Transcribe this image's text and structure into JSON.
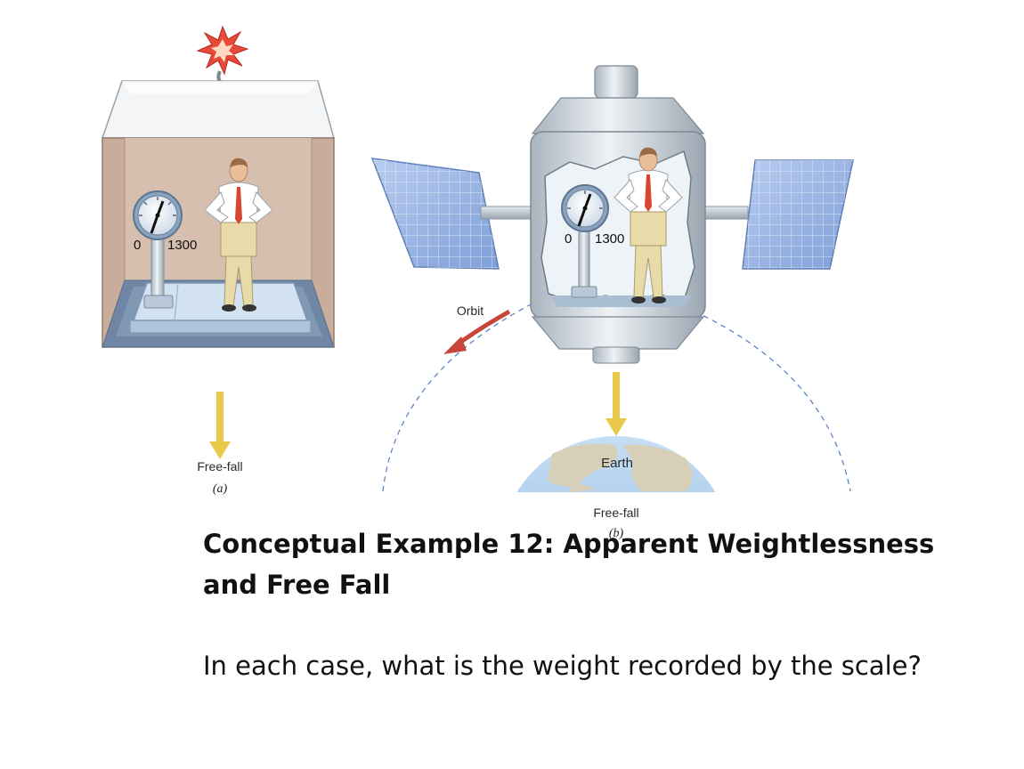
{
  "panel_a": {
    "scale_min": "0",
    "scale_max": "1300",
    "arrow_label": "Free-fall",
    "panel_label": "(a)"
  },
  "panel_b": {
    "scale_min": "0",
    "scale_max": "1300",
    "orbit_label": "Orbit",
    "earth_label": "Earth",
    "arrow_label": "Free-fall",
    "panel_label": "(b)"
  },
  "slide": {
    "title": "Conceptual Example 12: Apparent Weightlessness and Free Fall",
    "question": "In each case, what is the weight recorded by the scale?"
  },
  "colors": {
    "free_fall_arrow": "#e8c94a",
    "orbit_arrow": "#c8453a",
    "elevator_wall": "#c9ad9a",
    "station_metal": "#c9d2da",
    "solar_panel": "#8fb0e0",
    "earth_ocean": "#9cc3e6",
    "earth_land": "#d8cfb8"
  }
}
